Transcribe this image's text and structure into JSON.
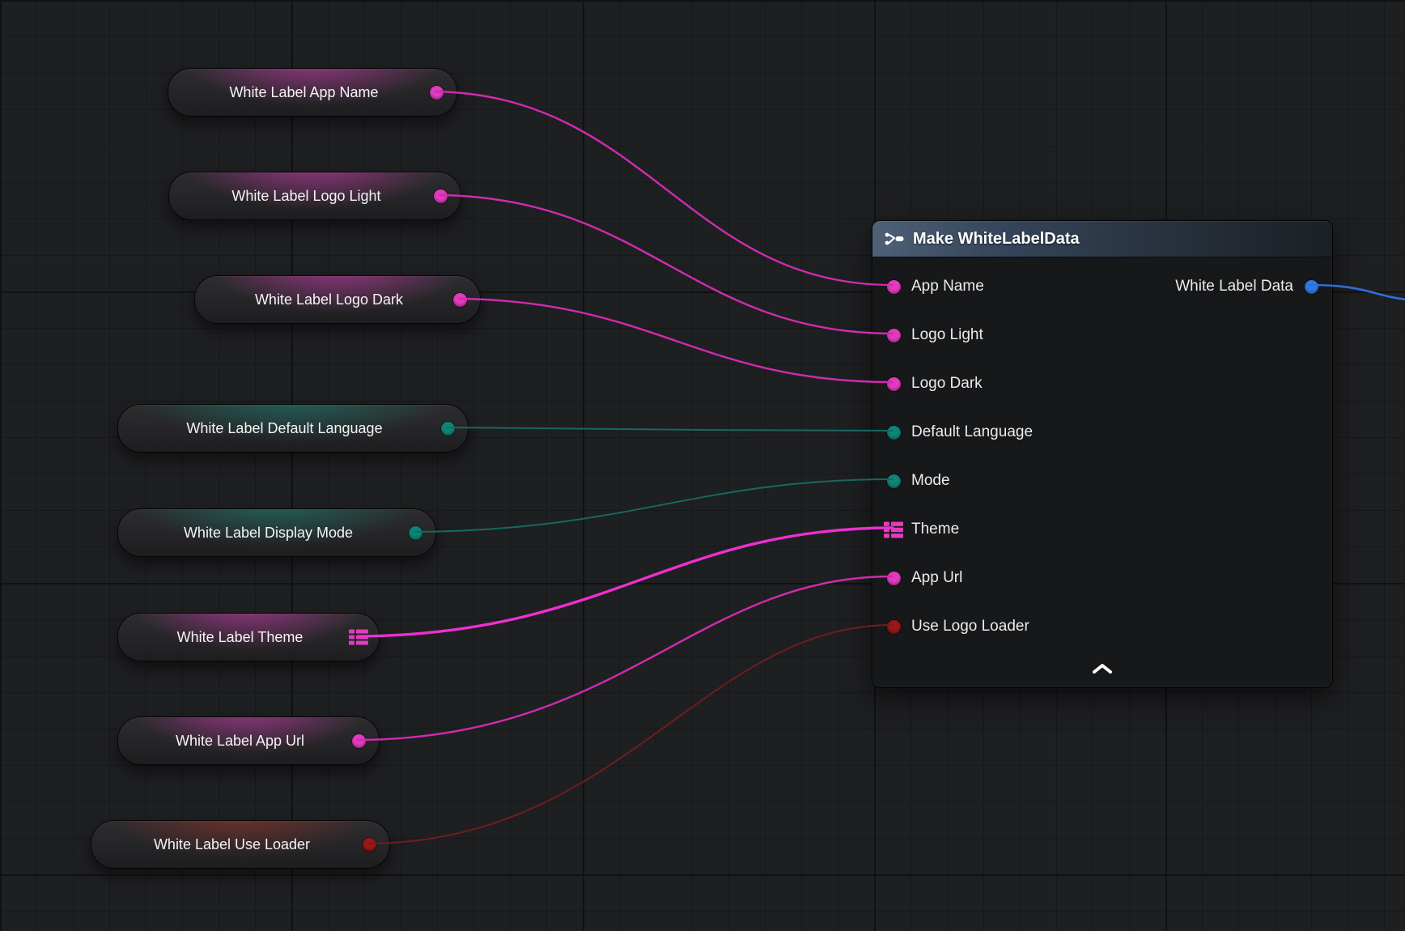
{
  "colors": {
    "pin-string": "#e23cbe",
    "pin-enum": "#0f8577",
    "pin-bool": "#9c1616",
    "pin-struct": "#e23cbe",
    "pin-output": "#2e7be5",
    "wire-string": "#cf2bb0",
    "wire-theme": "#ee2fd0",
    "wire-enum": "#17695f",
    "wire-bool": "#701d1d",
    "wire-output": "#2e6fd6"
  },
  "getters": [
    {
      "label": "White Label App Name",
      "pin_type": "string"
    },
    {
      "label": "White Label Logo Light",
      "pin_type": "string"
    },
    {
      "label": "White Label Logo Dark",
      "pin_type": "string"
    },
    {
      "label": "White Label Default Language",
      "pin_type": "enum"
    },
    {
      "label": "White Label Display Mode",
      "pin_type": "enum"
    },
    {
      "label": "White Label Theme",
      "pin_type": "struct"
    },
    {
      "label": "White Label App Url",
      "pin_type": "string"
    },
    {
      "label": "White Label Use Loader",
      "pin_type": "boolean"
    }
  ],
  "make_node": {
    "title": "Make WhiteLabelData",
    "inputs": [
      {
        "label": "App Name",
        "pin_type": "string"
      },
      {
        "label": "Logo Light",
        "pin_type": "string"
      },
      {
        "label": "Logo Dark",
        "pin_type": "string"
      },
      {
        "label": "Default Language",
        "pin_type": "enum"
      },
      {
        "label": "Mode",
        "pin_type": "enum"
      },
      {
        "label": "Theme",
        "pin_type": "struct"
      },
      {
        "label": "App Url",
        "pin_type": "string"
      },
      {
        "label": "Use Logo Loader",
        "pin_type": "boolean"
      }
    ],
    "output": {
      "label": "White Label Data",
      "pin_type": "struct"
    }
  }
}
